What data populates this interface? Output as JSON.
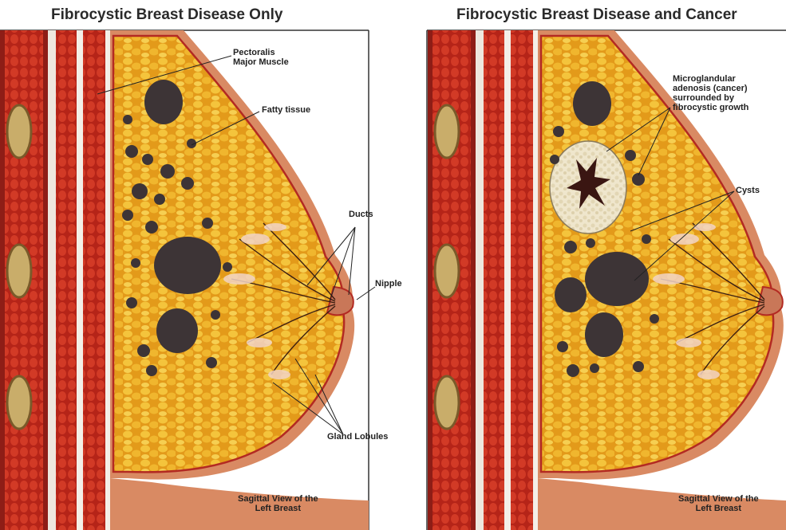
{
  "left_panel": {
    "title": "Fibrocystic Breast Disease Only",
    "labels": {
      "pectoralis": [
        "Pectoralis",
        "Major Muscle"
      ],
      "fatty": "Fatty tissue",
      "ducts": "Ducts",
      "nipple": "Nipple",
      "lobules": "Gland Lobules",
      "view": [
        "Sagittal View of the",
        "Left Breast"
      ]
    }
  },
  "right_panel": {
    "title": "Fibrocystic Breast Disease and Cancer",
    "labels": {
      "adenosis": [
        "Microglandular",
        "adenosis (cancer)",
        "surrounded by",
        "fibrocystic growth"
      ],
      "cysts": "Cysts",
      "view": [
        "Sagittal View of the",
        "Left Breast"
      ]
    }
  },
  "colors": {
    "muscle": "#b8261c",
    "fat": "#e8a21c",
    "fat_light": "#f3c542",
    "skin": "#d98a63",
    "cyst": "#3d3436",
    "tumor": "#ece2c6"
  }
}
